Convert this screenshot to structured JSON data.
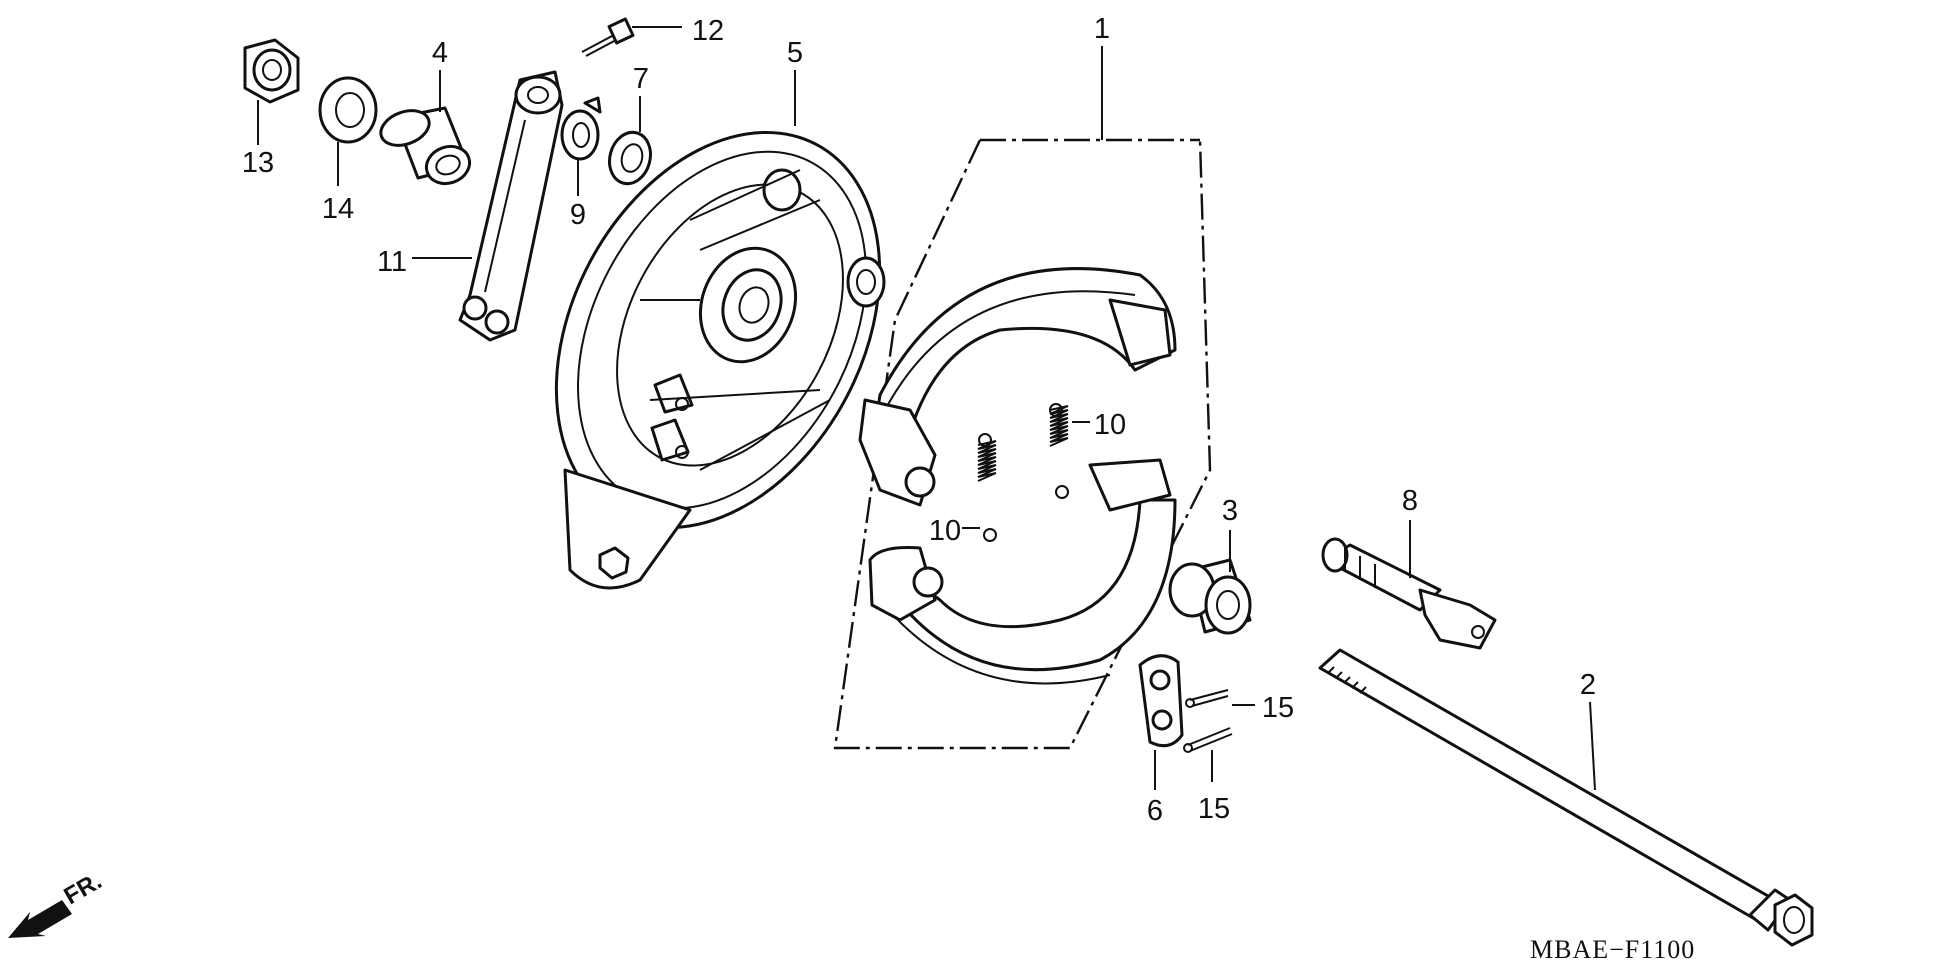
{
  "diagram": {
    "callouts": {
      "c1": "1",
      "c2": "2",
      "c3": "3",
      "c4": "4",
      "c5": "5",
      "c6": "6",
      "c7": "7",
      "c8": "8",
      "c9": "9",
      "c10a": "10",
      "c10b": "10",
      "c11": "11",
      "c12": "12",
      "c13": "13",
      "c14": "14",
      "c15a": "15",
      "c15b": "15"
    },
    "direction_label": "FR.",
    "figure_code": "MBAE−F1100"
  }
}
